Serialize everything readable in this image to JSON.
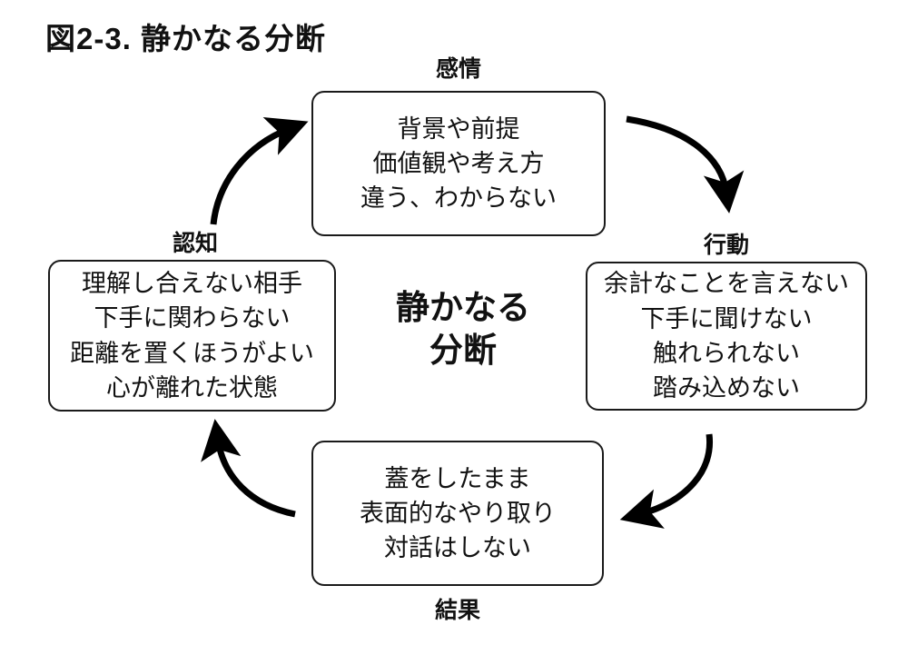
{
  "title": "図2-3. 静かなる分断",
  "center": {
    "line1": "静かなる",
    "line2": "分断"
  },
  "nodes": {
    "emotion": {
      "label": "感情",
      "lines": [
        "背景や前提",
        "価値観や考え方",
        "違う、わからない"
      ]
    },
    "action": {
      "label": "行動",
      "lines": [
        "余計なことを言えない",
        "下手に聞けない",
        "触れられない",
        "踏み込めない"
      ]
    },
    "result": {
      "label": "結果",
      "lines": [
        "蓋をしたまま",
        "表面的なやり取り",
        "対話はしない"
      ]
    },
    "cognition": {
      "label": "認知",
      "lines": [
        "理解し合えない相手",
        "下手に関わらない",
        "距離を置くほうがよい",
        "心が離れた状態"
      ]
    }
  },
  "arrows": [
    {
      "name": "emotion-to-action",
      "from": "emotion",
      "to": "action",
      "direction": "clockwise"
    },
    {
      "name": "action-to-result",
      "from": "action",
      "to": "result",
      "direction": "clockwise"
    },
    {
      "name": "result-to-cognition",
      "from": "result",
      "to": "cognition",
      "direction": "clockwise"
    },
    {
      "name": "cognition-to-emotion",
      "from": "cognition",
      "to": "emotion",
      "direction": "clockwise"
    }
  ],
  "colors": {
    "background": "#ffffff",
    "ink": "#111111",
    "box_border": "#1a1a1a",
    "arrow": "#000000"
  }
}
